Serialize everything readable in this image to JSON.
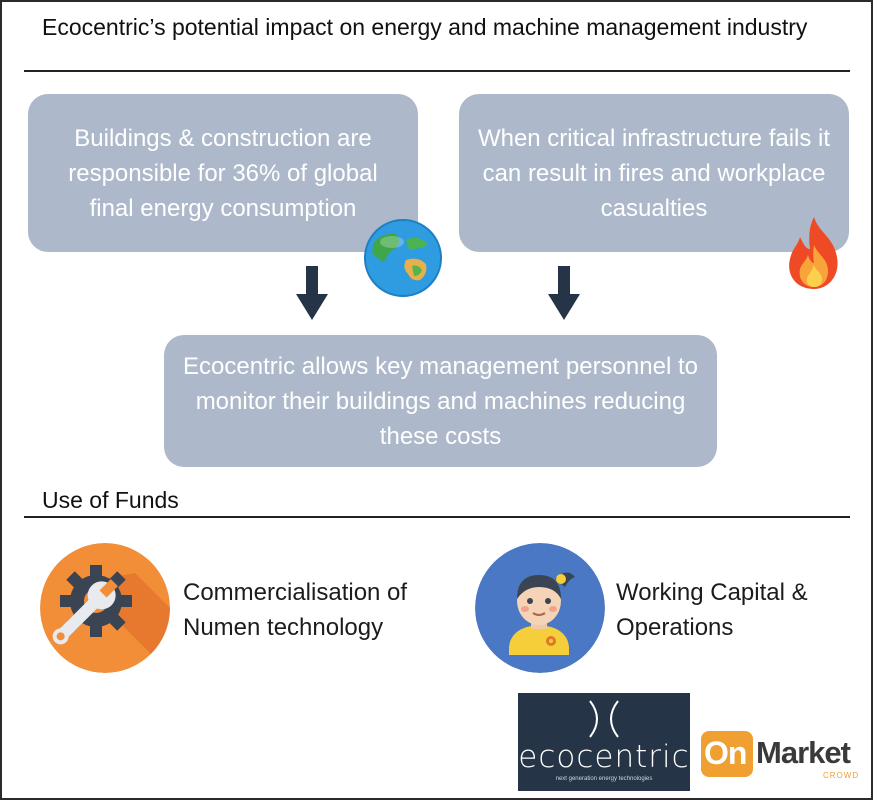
{
  "header": {
    "title": "Ecocentric’s potential impact on energy and machine management industry"
  },
  "boxes": {
    "buildings": "Buildings & construction are responsible for 36% of global final energy consumption",
    "infrastructure": "When critical infrastructure fails it can result in fires and workplace casualties",
    "ecocentric": "Ecocentric allows key management personnel to monitor their buildings and machines reducing these costs"
  },
  "use_of_funds": {
    "heading": "Use of Funds",
    "items": [
      {
        "label": "Commercialisation of Numen technology",
        "icon": "wrench-gear-icon"
      },
      {
        "label": "Working Capital & Operations",
        "icon": "worker-avatar-icon"
      }
    ]
  },
  "logos": {
    "ecocentric_word": "ecocentric",
    "ecocentric_tagline": "next generation energy technologies",
    "onmarket_on": "On",
    "onmarket_market": "Market",
    "onmarket_crowd": "CROWD"
  },
  "colors": {
    "box_fill": "#adb9ca",
    "arrow": "#253447",
    "orange": "#f0883a",
    "blue_circle": "#4a78c4"
  }
}
